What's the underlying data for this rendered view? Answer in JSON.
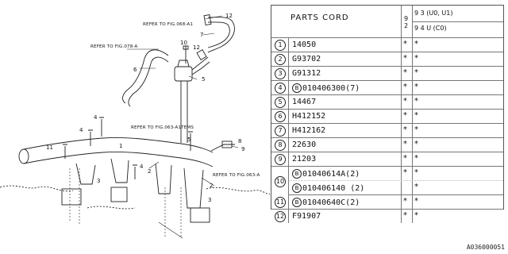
{
  "diagram": {
    "refs": {
      "fig068_a1": "REFER TO FIG.068-A1",
      "fig078_a": "REFER TO FIG.078-A",
      "fig063_a1": "REFER TO FIG.063-A1TEMS",
      "fig063_a": "REFER TO FIG.063-A"
    },
    "callouts": [
      "12",
      "7",
      "10",
      "12",
      "6",
      "5",
      "4",
      "4",
      "11",
      "3",
      "1",
      "4",
      "2",
      "3",
      "2",
      "9",
      "8",
      "5"
    ]
  },
  "table": {
    "header": {
      "title": "PARTS CORD",
      "year_top": "9 2",
      "col1_top": "9 3 (U0, U1)",
      "col1_bottom": "9 4 U (C0)"
    },
    "rows": [
      {
        "idx": "1",
        "part": "14050",
        "a": "*",
        "b": "*",
        "boxed": ""
      },
      {
        "idx": "2",
        "part": "G93702",
        "a": "*",
        "b": "*",
        "boxed": ""
      },
      {
        "idx": "3",
        "part": "G91312",
        "a": "*",
        "b": "*",
        "boxed": ""
      },
      {
        "idx": "4",
        "part": "010406300(7)",
        "a": "*",
        "b": "*",
        "boxed": "B"
      },
      {
        "idx": "5",
        "part": "14467",
        "a": "*",
        "b": "*",
        "boxed": ""
      },
      {
        "idx": "6",
        "part": "H412152",
        "a": "*",
        "b": "*",
        "boxed": ""
      },
      {
        "idx": "7",
        "part": "H412162",
        "a": "*",
        "b": "*",
        "boxed": ""
      },
      {
        "idx": "8",
        "part": "22630",
        "a": "*",
        "b": "*",
        "boxed": ""
      },
      {
        "idx": "9",
        "part": "21203",
        "a": "*",
        "b": "*",
        "boxed": ""
      },
      {
        "idx": "10",
        "part": "01040614A(2)",
        "a": "*",
        "b": "*",
        "boxed": "B"
      },
      {
        "idx": "10b",
        "part": "010406140 (2)",
        "a": "",
        "b": "*",
        "boxed": "B"
      },
      {
        "idx": "11",
        "part": "01040640C(2)",
        "a": "*",
        "b": "*",
        "boxed": "B"
      },
      {
        "idx": "12",
        "part": "F91907",
        "a": "*",
        "b": "*",
        "boxed": ""
      }
    ]
  },
  "footer": {
    "code": "A036000051"
  }
}
